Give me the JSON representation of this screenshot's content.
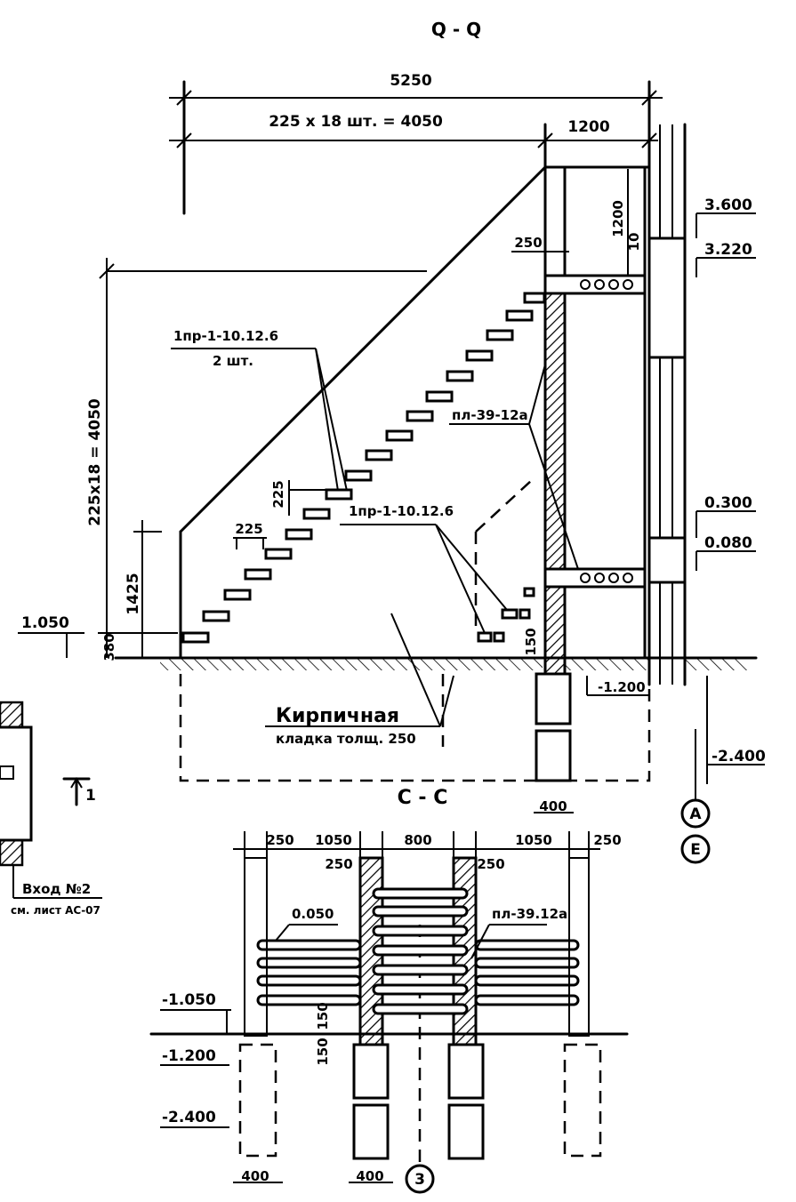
{
  "titles": {
    "section_a": "Q - Q",
    "section_c": "C - C"
  },
  "dimensions": {
    "overall": "5250",
    "steps_horizontal": "225 x 18 шт. = 4050",
    "landing": "1200",
    "steps_vertical": "225x18 = 4050",
    "first_rise": "1425",
    "base_380": "380",
    "step_tread": "225",
    "step_riser": "225",
    "step_150": "150",
    "wall_250": "250",
    "landing_height": "1200",
    "gap_10": "10"
  },
  "labels": {
    "lintel_top": "1пр-1-10.12.6",
    "lintel_top_qty": "2 шт.",
    "slab_a": "пл-39-12а",
    "lintel_bottom": "1пр-1-10.12.6",
    "brick_line1": "Кирпичная",
    "brick_line2": "кладка толщ. 250",
    "mark_1": "1",
    "entry": "Вход №2",
    "see_sheet": "см. лист АС-07"
  },
  "elevations": {
    "e3600": "3.600",
    "e3220": "3.220",
    "e0300": "0.300",
    "e0080": "0.080",
    "em1200": "-1.200",
    "em2400": "-2.400",
    "e1050": "1.050"
  },
  "axes": {
    "a": "А",
    "e": "Е",
    "three": "3"
  },
  "plan": {
    "d250_left": "250",
    "d1050_left": "1050",
    "d800": "800",
    "d1050_right": "1050",
    "d250_right": "250",
    "d250_inner_left": "250",
    "d250_inner_right": "250",
    "d400_top": "400",
    "e0050": "0.050",
    "slab_b": "пл-39.12а",
    "em1050": "-1.050",
    "em1200": "-1.200",
    "em2400": "-2.400",
    "d150_a": "150",
    "d150_b": "150",
    "d400_left": "400",
    "d400_center": "400"
  }
}
